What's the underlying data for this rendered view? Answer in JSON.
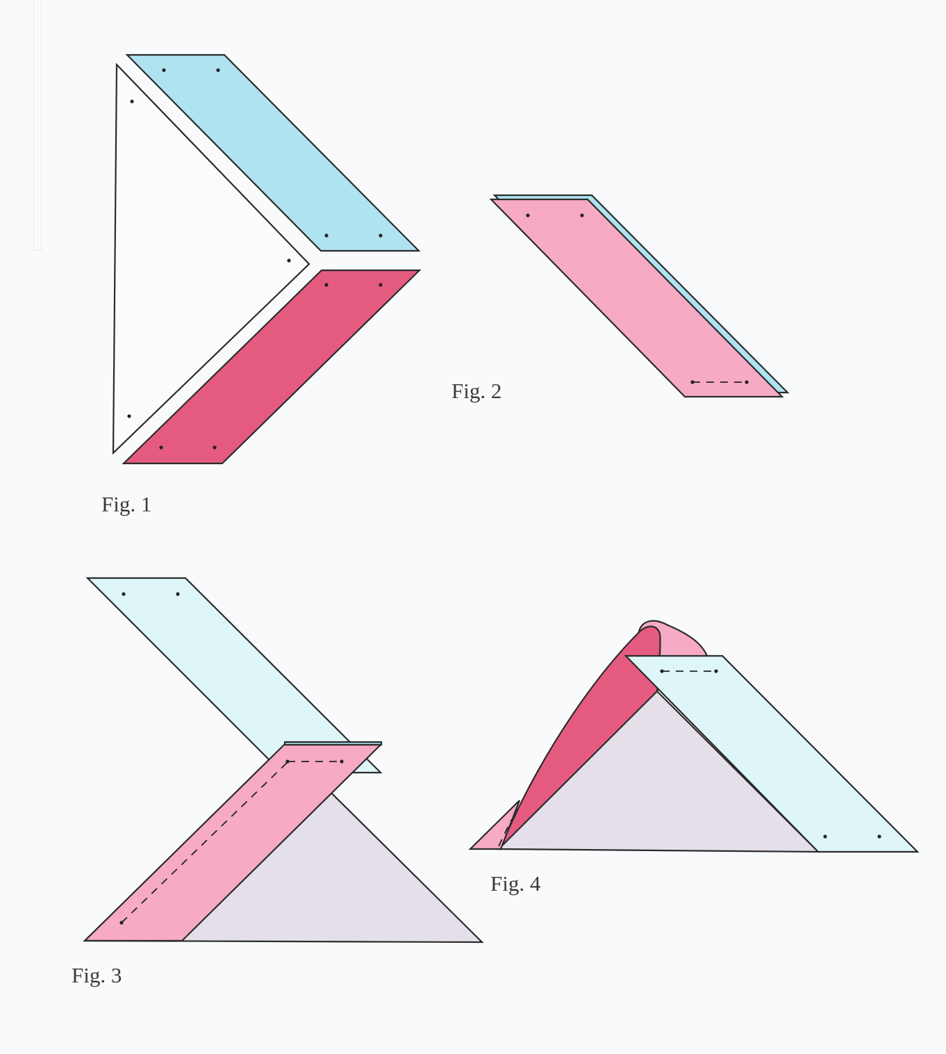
{
  "colors": {
    "white_piece": "#fbfbfd",
    "light_blue": "#aee3ef",
    "pale_blue": "#def6f8",
    "dark_pink": "#e55b7f",
    "light_pink": "#f6aac4",
    "lavender": "#e4dfe9",
    "outline": "#2b2b2b",
    "paper": "#f9fafc"
  },
  "figures": [
    {
      "caption": "Fig. 1"
    },
    {
      "caption": "Fig. 2"
    },
    {
      "caption": "Fig. 3"
    },
    {
      "caption": "Fig. 4"
    }
  ]
}
